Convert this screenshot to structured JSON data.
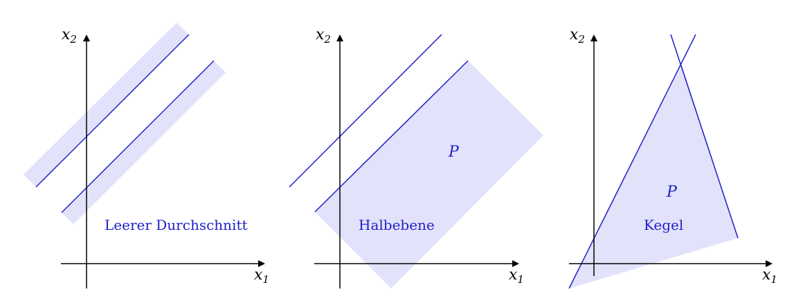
{
  "axes": {
    "x_name": "x",
    "x_sub": "1",
    "y_name": "x",
    "y_sub": "2"
  },
  "panels": [
    {
      "caption": "Leerer Durchschnitt",
      "region_label": ""
    },
    {
      "caption": "Halbebene",
      "region_label": "P"
    },
    {
      "caption": "Kegel",
      "region_label": "P"
    }
  ],
  "colors": {
    "line": "#1f1fc8",
    "region_fill": "#e2e2fb",
    "axis": "#000000"
  }
}
